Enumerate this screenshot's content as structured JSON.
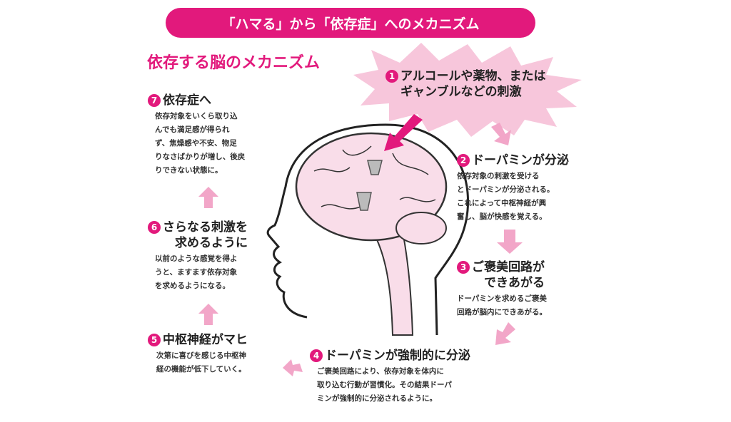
{
  "banner": "「ハマる」から「依存症」へのメカニズム",
  "subtitle": "依存する脳のメカニズム",
  "colors": {
    "accent": "#e2197c",
    "arrow": "#f2a6c8",
    "brain": "#f9dde9",
    "burst": "#f7c6db"
  },
  "steps": [
    {
      "num": "1",
      "title": "アルコールや薬物、または\nギャンブルなどの刺激",
      "body": ""
    },
    {
      "num": "2",
      "title": "ドーパミンが分泌",
      "body": "依存対象の刺激を受ける\nとドーパミンが分泌される。\nこれによって中枢神経が興\n奮し、脳が快感を覚える。"
    },
    {
      "num": "3",
      "title": "ご褒美回路が\n　できあがる",
      "body": "ドーパミンを求めるご褒美\n回路が脳内にできあがる。"
    },
    {
      "num": "4",
      "title": "ドーパミンが強制的に分泌",
      "body": "ご褒美回路により、依存対象を体内に\n取り込む行動が習慣化。その結果ドーパ\nミンが強制的に分泌されるように。"
    },
    {
      "num": "5",
      "title": "中枢神経がマヒ",
      "body": "次第に喜びを感じる中枢神\n経の機能が低下していく。"
    },
    {
      "num": "6",
      "title": "さらなる刺激を\n　求めるように",
      "body": "以前のような感覚を得よ\nうと、ますます依存対象\nを求めるようになる。"
    },
    {
      "num": "7",
      "title": "依存症へ",
      "body": "依存対象をいくら取り込\nんでも満足感が得られ\nず、焦燥感や不安、物足\nりなさばかりが増し、後戻\nりできない状態に。"
    }
  ]
}
